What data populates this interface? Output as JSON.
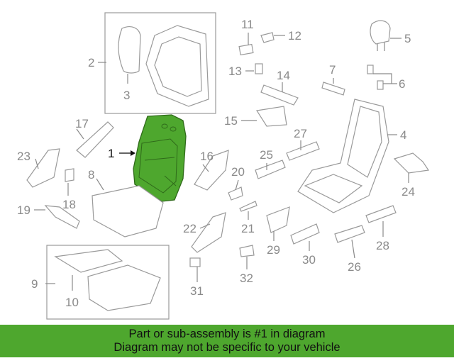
{
  "diagram": {
    "callouts": [
      "1",
      "2",
      "3",
      "4",
      "5",
      "6",
      "7",
      "8",
      "9",
      "10",
      "11",
      "12",
      "13",
      "14",
      "15",
      "16",
      "17",
      "18",
      "19",
      "20",
      "21",
      "22",
      "23",
      "24",
      "25",
      "26",
      "27",
      "28",
      "29",
      "30",
      "31",
      "32"
    ],
    "highlighted_part": "1",
    "highlight_color": "#4ea72e",
    "line_color": "#9a9a9a"
  },
  "banner": {
    "line1": "Part or sub-assembly is #1 in diagram",
    "line2": "Diagram may not be specific to your vehicle",
    "color": "#4ea72e"
  }
}
